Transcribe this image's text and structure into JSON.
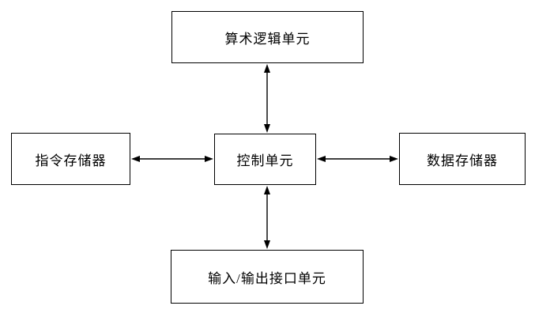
{
  "diagram": {
    "title": "cpu-architecture-block-diagram",
    "nodes": {
      "alu": "算术逻辑单元",
      "control": "控制单元",
      "instruction_memory": "指令存储器",
      "data_memory": "数据存储器",
      "io": "输入/输出接口单元"
    },
    "connections": [
      {
        "from": "alu",
        "to": "control",
        "type": "bidirectional"
      },
      {
        "from": "instruction_memory",
        "to": "control",
        "type": "bidirectional"
      },
      {
        "from": "control",
        "to": "data_memory",
        "type": "bidirectional"
      },
      {
        "from": "control",
        "to": "io",
        "type": "bidirectional"
      }
    ],
    "colors": {
      "stroke": "#000000",
      "box_fill": "#ffffff",
      "background": "#ffffff",
      "text": "#000000"
    }
  }
}
